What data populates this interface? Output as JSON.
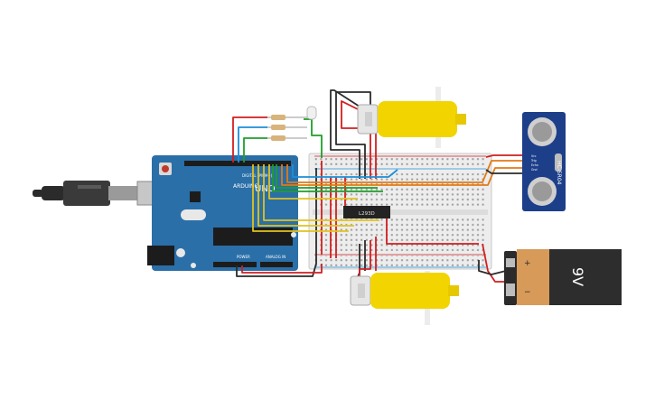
{
  "arduino": {
    "brand": "ARDUINO",
    "model": "UNO",
    "digital_label": "DIGITAL (PWM~)",
    "power_label": "POWER",
    "analog_label": "ANALOG IN",
    "color": "#2a6fa8"
  },
  "driver_ic": {
    "label": "L293D"
  },
  "sensor": {
    "label": "HC-SR04",
    "pins": [
      "Vcc",
      "Trig",
      "Echo",
      "Gnd"
    ],
    "color": "#1d3f8a"
  },
  "battery": {
    "label": "9V",
    "plus": "+",
    "minus": "−"
  },
  "wire_colors": {
    "red": "#d11f1f",
    "black": "#2b2b2b",
    "green": "#1f9e2a",
    "blue": "#1b8fd8",
    "yellow": "#e3c31b",
    "orange": "#e37a14"
  },
  "motor_color": "#f2d400"
}
